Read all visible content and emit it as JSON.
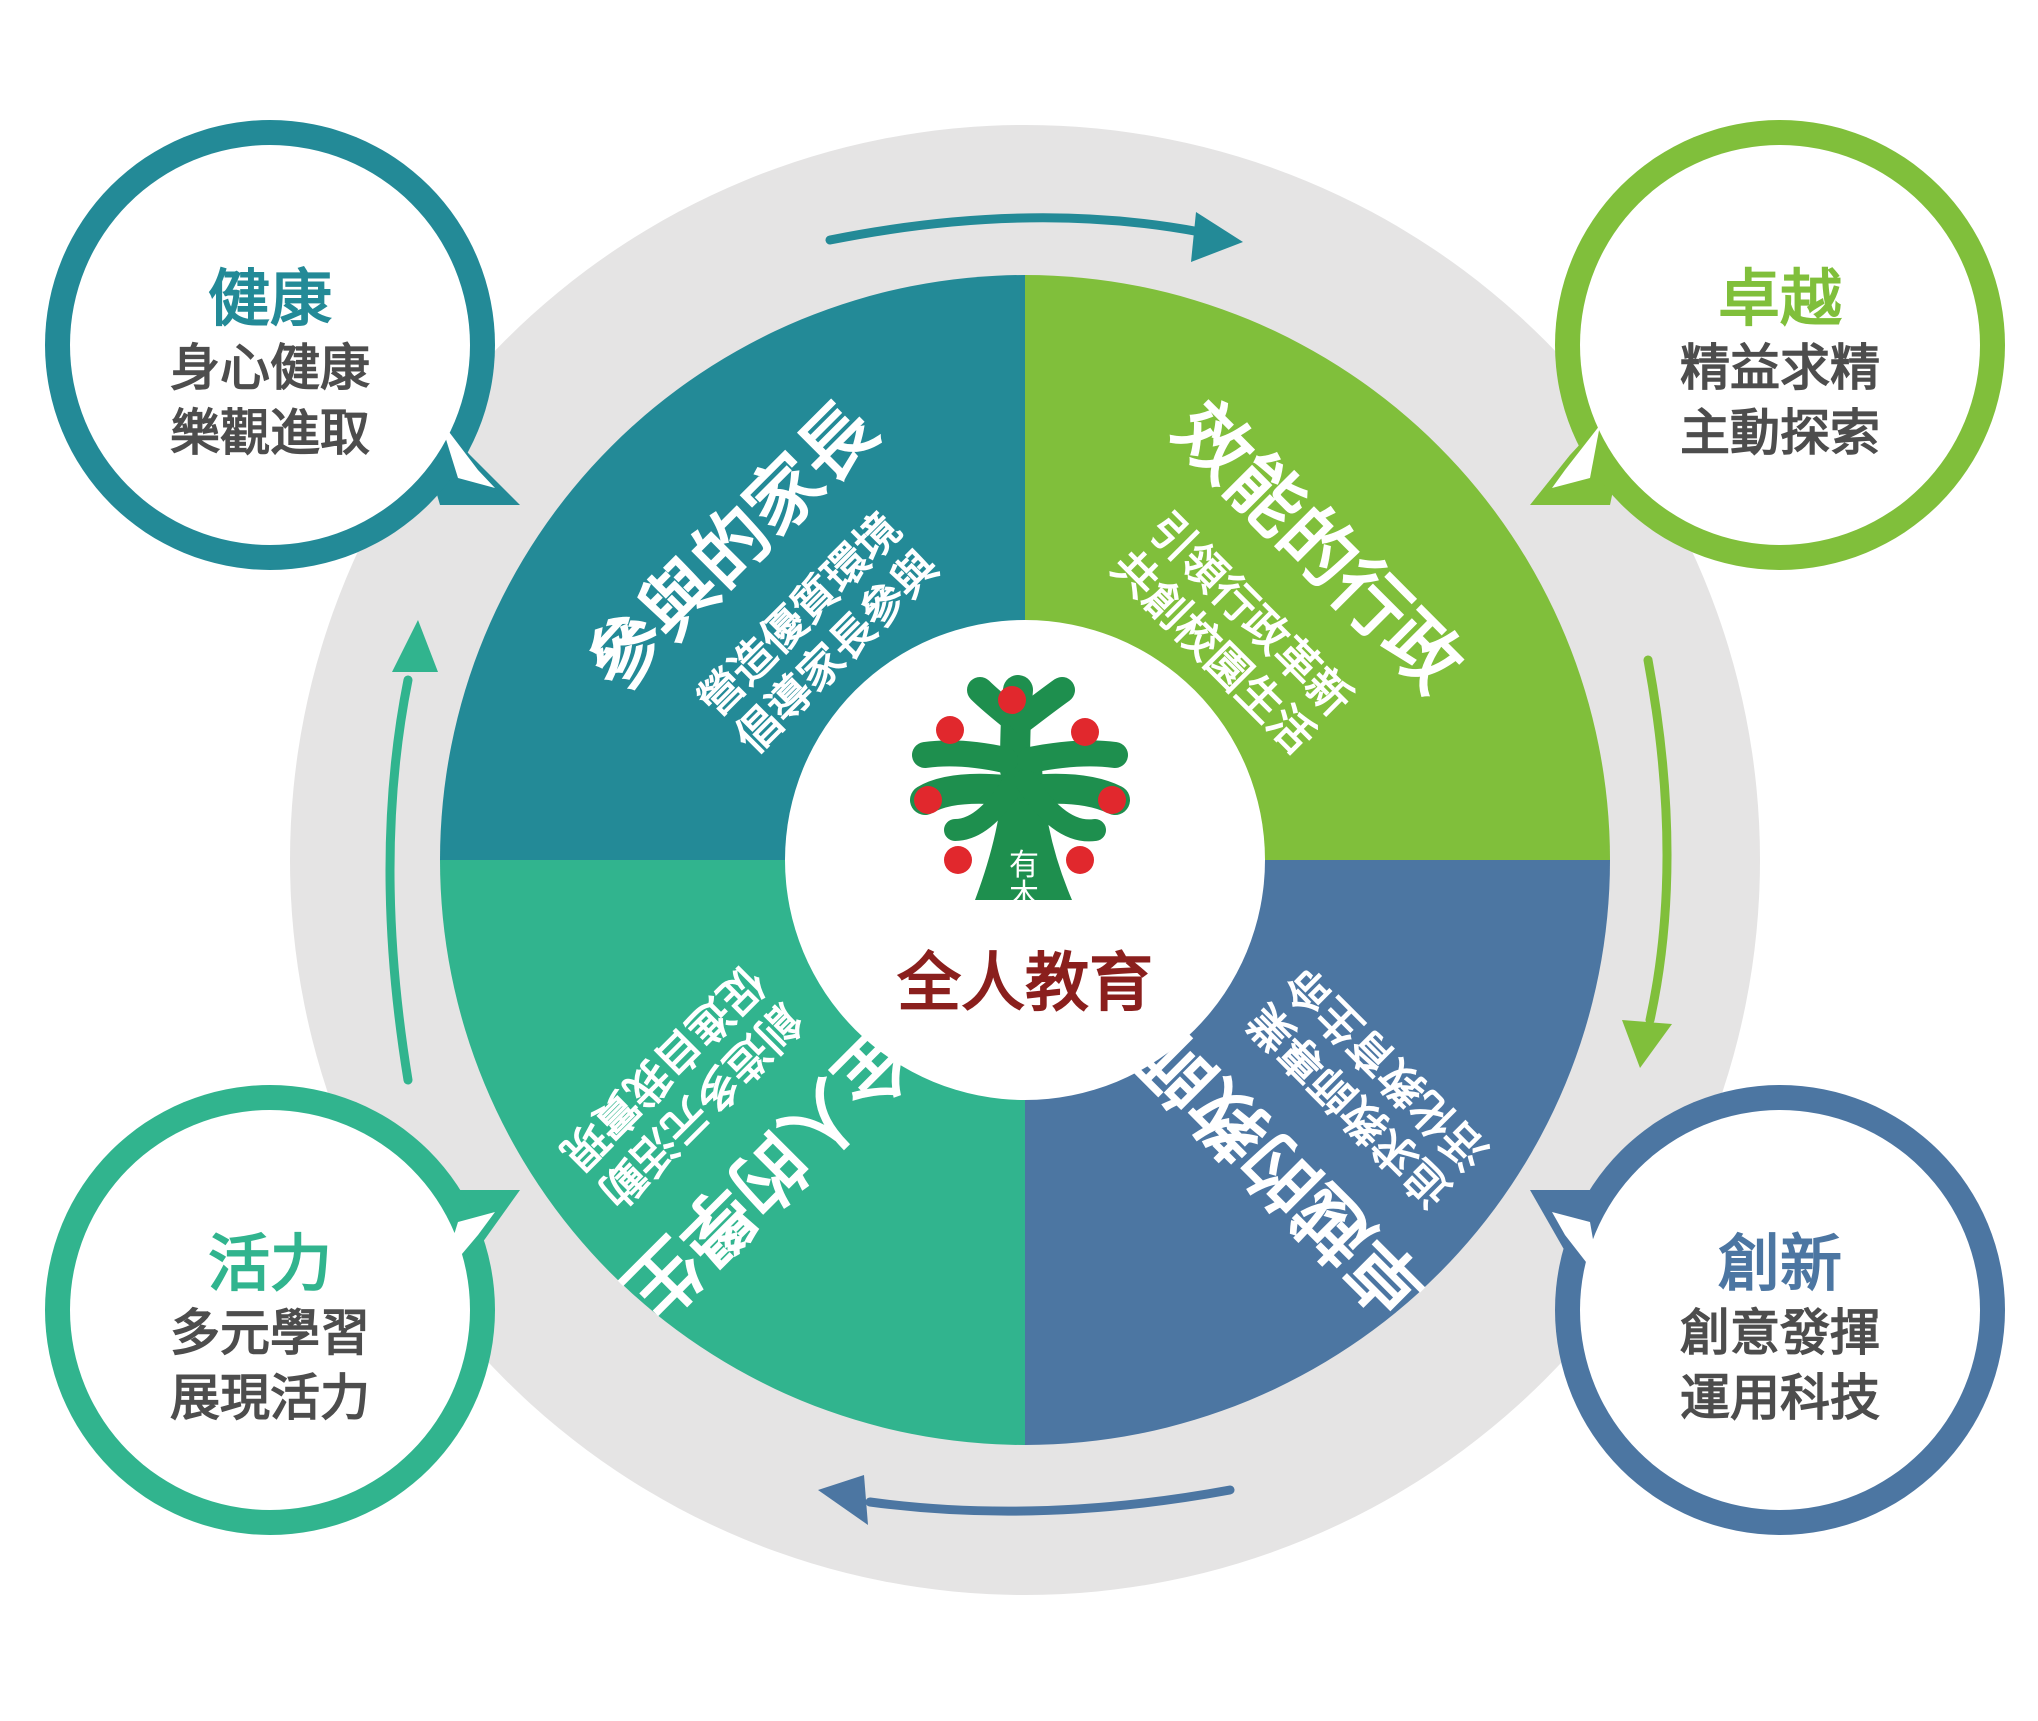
{
  "colors": {
    "teal_dark": "#238a97",
    "green_light": "#80bf3b",
    "blue_steel": "#4c76a2",
    "teal_green": "#31b48e",
    "ring_gray": "#e5e4e4",
    "tree_green": "#1e8f4e",
    "apple_red": "#e1282d",
    "center_text": "#8a1f1d",
    "bubble_text": "#4d4d4d",
    "white": "#ffffff"
  },
  "center": {
    "logo_chars": [
      "有",
      "木"
    ],
    "title": "全人教育"
  },
  "quadrants": {
    "parents": {
      "title": "參與的家長",
      "lines": [
        "營造優質環境",
        "倡導家長參與"
      ]
    },
    "admin": {
      "title": "效能的行政",
      "lines": [
        "引領行政革新",
        "共創校園生活"
      ]
    },
    "teachers": {
      "title": "卓越的教師",
      "lines": [
        "追求教師專業",
        "活化教育生命"
      ]
    },
    "students": {
      "title": "全人的學生",
      "lines": [
        "創造多元活動",
        "促進自我實現"
      ]
    }
  },
  "bubbles": {
    "health": {
      "title": "健康",
      "lines": [
        "身心健康",
        "樂觀進取"
      ]
    },
    "excellence": {
      "title": "卓越",
      "lines": [
        "精益求精",
        "主動探索"
      ]
    },
    "vitality": {
      "title": "活力",
      "lines": [
        "多元學習",
        "展現活力"
      ]
    },
    "innovation": {
      "title": "創新",
      "lines": [
        "創意發揮",
        "運用科技"
      ]
    }
  },
  "cycle_arrows": [
    "clockwise-top",
    "clockwise-right",
    "clockwise-bottom",
    "clockwise-left"
  ]
}
